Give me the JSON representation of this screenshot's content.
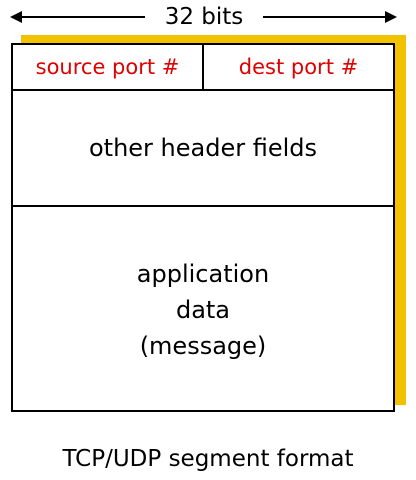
{
  "width_label": "32 bits",
  "fields": {
    "source_port": "source port #",
    "dest_port": "dest port #",
    "other_header": "other header fields",
    "data_lines": [
      "application",
      "data",
      "(message)"
    ]
  },
  "caption": "TCP/UDP segment format",
  "colors": {
    "port_text": "#e00000",
    "shadow": "#f2c200",
    "border": "#000000"
  }
}
